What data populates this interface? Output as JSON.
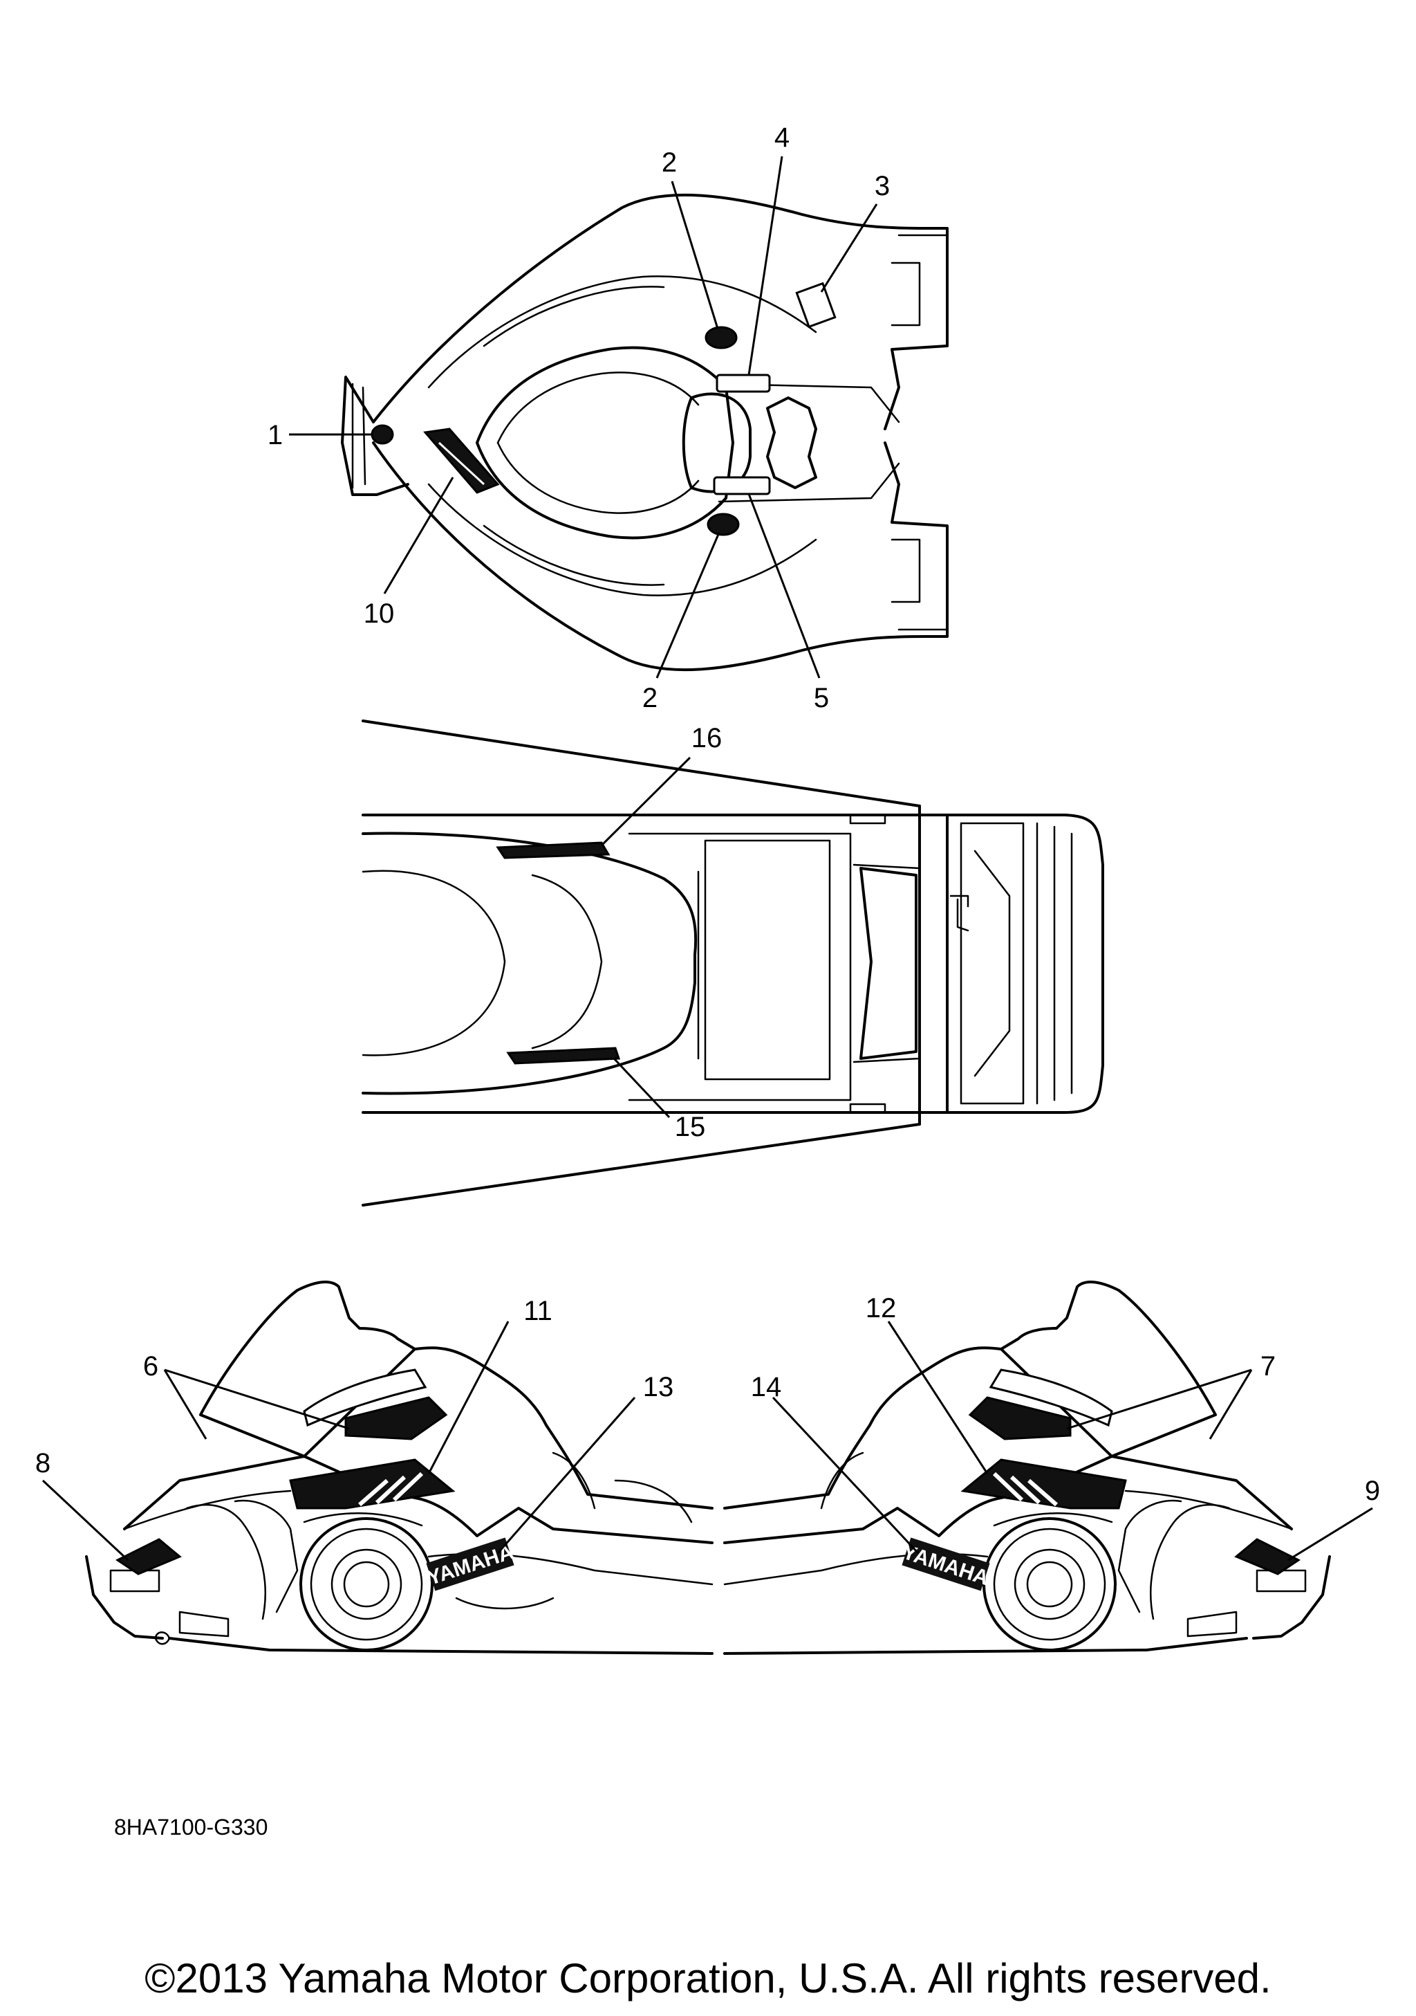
{
  "callouts": [
    {
      "id": "c1",
      "label": "1"
    },
    {
      "id": "c2a",
      "label": "2"
    },
    {
      "id": "c2b",
      "label": "2"
    },
    {
      "id": "c3",
      "label": "3"
    },
    {
      "id": "c4",
      "label": "4"
    },
    {
      "id": "c5",
      "label": "5"
    },
    {
      "id": "c6",
      "label": "6"
    },
    {
      "id": "c7",
      "label": "7"
    },
    {
      "id": "c8",
      "label": "8"
    },
    {
      "id": "c9",
      "label": "9"
    },
    {
      "id": "c10",
      "label": "10"
    },
    {
      "id": "c11",
      "label": "11"
    },
    {
      "id": "c12",
      "label": "12"
    },
    {
      "id": "c13",
      "label": "13"
    },
    {
      "id": "c14",
      "label": "14"
    },
    {
      "id": "c15",
      "label": "15"
    },
    {
      "id": "c16",
      "label": "16"
    }
  ],
  "decal_text": {
    "yamaha_left": "YAMAHA",
    "yamaha_right": "YAMAHA"
  },
  "diagram_code": "8HA7100-G330",
  "copyright": "©2013 Yamaha Motor Corporation, U.S.A. All rights reserved."
}
